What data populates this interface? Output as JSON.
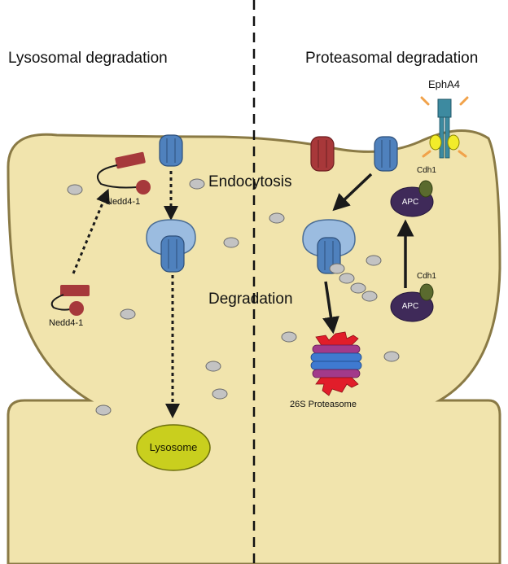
{
  "headings": {
    "left": "Lysosomal degradation",
    "right": "Proteasomal degradation"
  },
  "labels": {
    "endocytosis": "Endocytosis",
    "degradation": "Degradation",
    "nedd4_top": "Nedd4-1",
    "nedd4_bottom": "Nedd4-1",
    "epha4": "EphA4",
    "cdh1_top": "Cdh1",
    "cdh1_bottom": "Cdh1",
    "apc_top": "APC",
    "apc_bottom": "APC",
    "lysosome": "Lysosome",
    "proteasome": "26S Proteasome"
  },
  "colors": {
    "cell_fill": "#f1e4ad",
    "cell_stroke": "#8a7a45",
    "receptor_blue": "#4f81bd",
    "receptor_red": "#a8383a",
    "vesicle_blue": "#9bbce0",
    "apc_purple": "#3f2a59",
    "cdh1_green": "#5a6a2e",
    "lysosome_yellow": "#c9cf1e",
    "ubiquitin_grey": "#c3c3c3",
    "nedd4_red": "#a6393b",
    "epha4_teal": "#3d8aa0",
    "ligand_orange": "#f1a24a"
  }
}
